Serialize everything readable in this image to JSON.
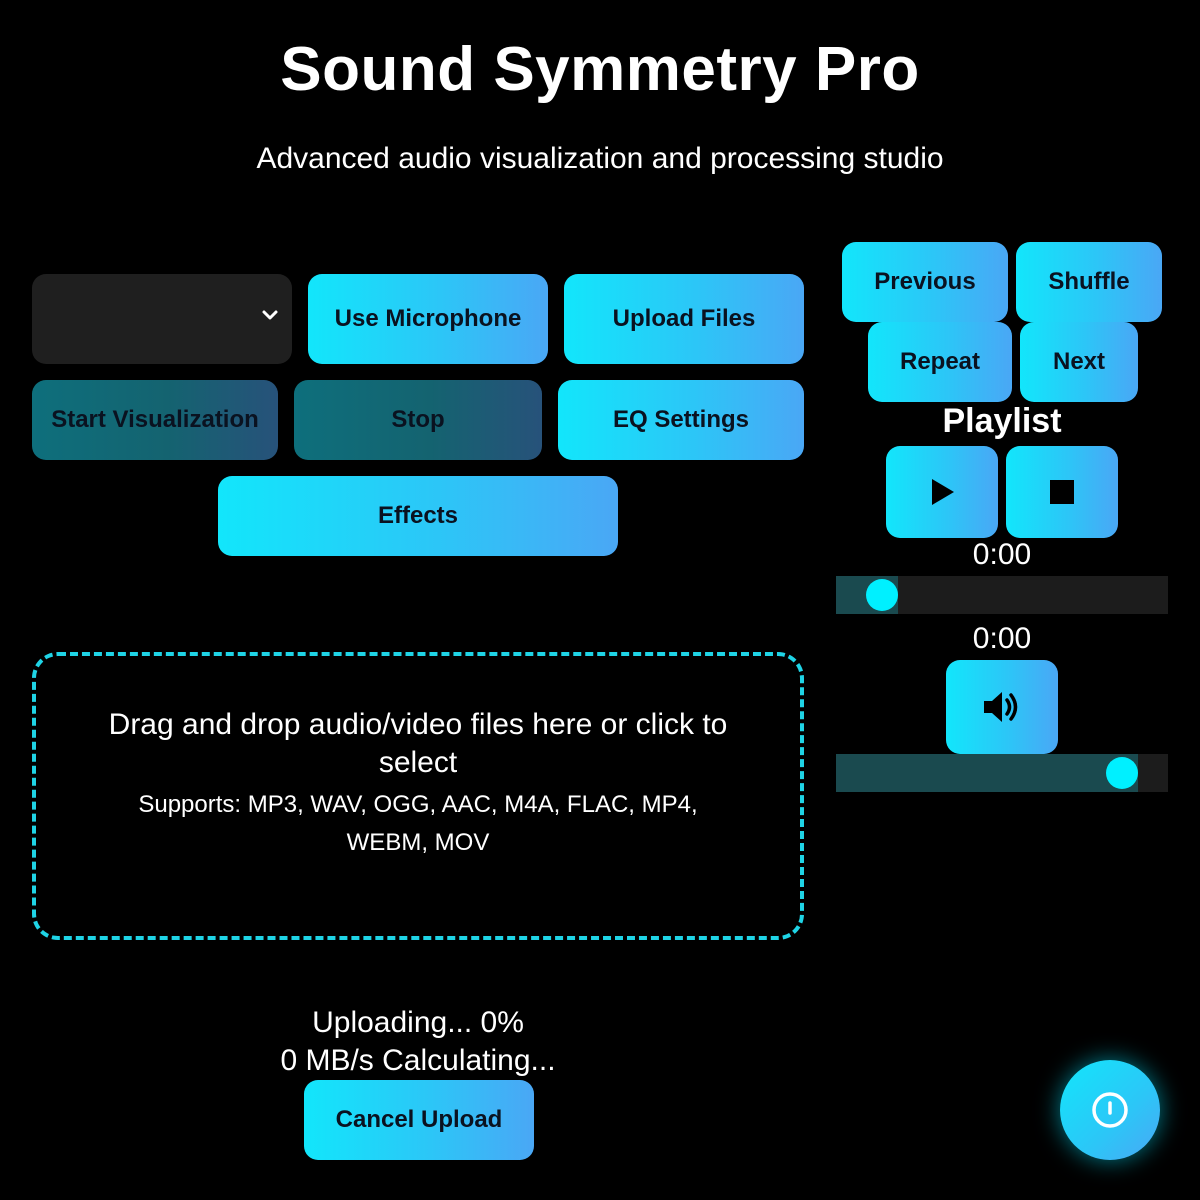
{
  "header": {
    "title": "Sound Symmetry Pro",
    "subtitle": "Advanced audio visualization and processing studio"
  },
  "controls": {
    "source_select": {
      "value": "",
      "icon": "chevron-down-icon"
    },
    "use_microphone": "Use Microphone",
    "upload_files": "Upload Files",
    "start_visualization": "Start Visualization",
    "stop": "Stop",
    "eq_settings": "EQ Settings",
    "effects": "Effects"
  },
  "dropzone": {
    "main_text": "Drag and drop audio/video files here or click to select",
    "supported_text": "Supports: MP3, WAV, OGG, AAC, M4A, FLAC, MP4, WEBM, MOV"
  },
  "upload": {
    "status": "Uploading... 0%",
    "speed": "0 MB/s Calculating...",
    "cancel": "Cancel Upload",
    "progress_percent": 0
  },
  "player": {
    "previous": "Previous",
    "shuffle": "Shuffle",
    "repeat": "Repeat",
    "next": "Next",
    "playlist_label": "Playlist",
    "play_icon": "play-icon",
    "stop_icon": "stop-icon",
    "current_time": "0:00",
    "duration": "0:00",
    "seek_fraction": 0.14,
    "volume_icon": "volume-icon",
    "volume_fraction": 0.86
  },
  "fab": {
    "icon": "info-circle-icon"
  },
  "colors": {
    "background": "#000000",
    "accent_start": "#12e6fb",
    "accent_end": "#4aa7f5",
    "dashed_border": "#1fd4e6",
    "slider_thumb": "#00f0ff"
  }
}
